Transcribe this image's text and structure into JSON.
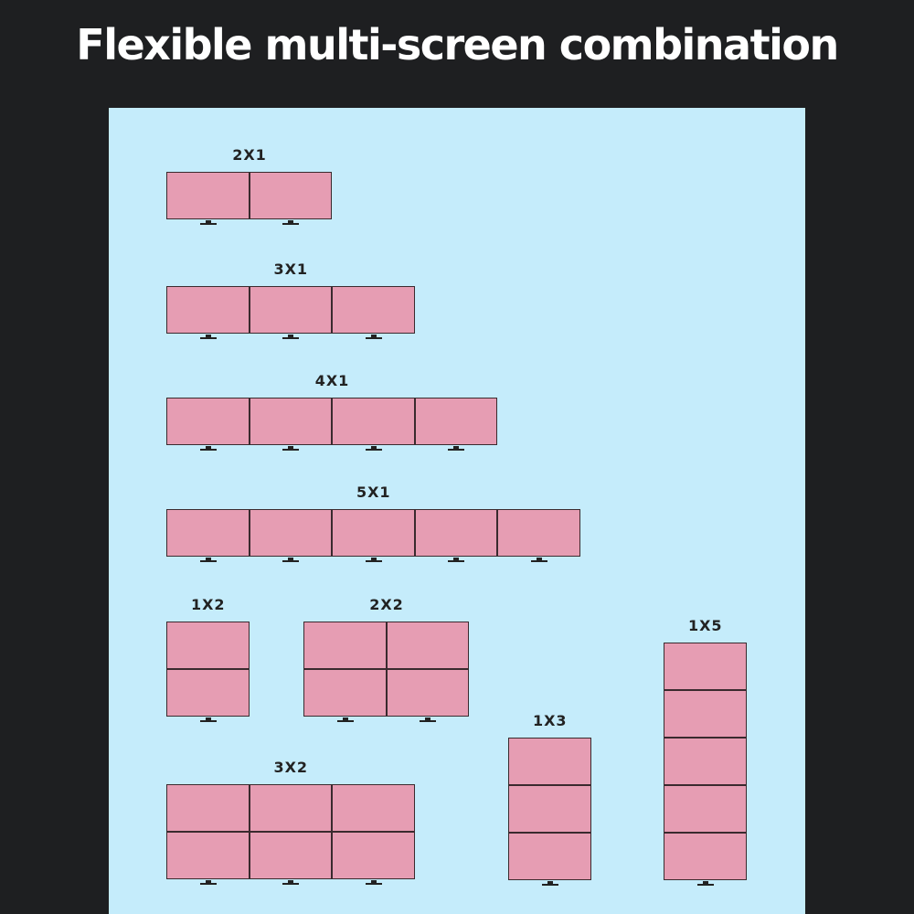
{
  "title": "Flexible multi-screen combination",
  "colors": {
    "background": "#1e1f21",
    "panel": "#c5ecfb",
    "screen": "#e69db3",
    "border": "#3a2a2e"
  },
  "layouts": [
    {
      "label": "2X1",
      "cols": 2,
      "rows": 1
    },
    {
      "label": "3X1",
      "cols": 3,
      "rows": 1
    },
    {
      "label": "4X1",
      "cols": 4,
      "rows": 1
    },
    {
      "label": "5X1",
      "cols": 5,
      "rows": 1
    },
    {
      "label": "1X2",
      "cols": 1,
      "rows": 2
    },
    {
      "label": "2X2",
      "cols": 2,
      "rows": 2
    },
    {
      "label": "1X5",
      "cols": 1,
      "rows": 5
    },
    {
      "label": "1X3",
      "cols": 1,
      "rows": 3
    },
    {
      "label": "3X2",
      "cols": 3,
      "rows": 2
    }
  ]
}
